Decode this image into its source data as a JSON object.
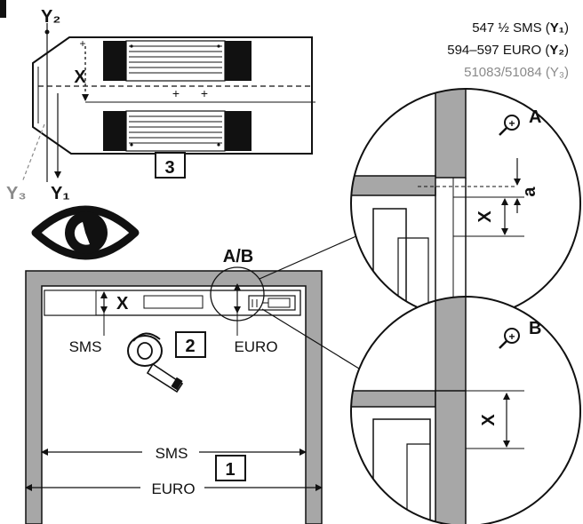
{
  "references": {
    "y1": {
      "model": "547 ½ SMS",
      "axis": "Y₁"
    },
    "y2": {
      "model": "594–597 EURO",
      "axis": "Y₂"
    },
    "y3": {
      "model": "51083/51084",
      "axis": "Y₃"
    }
  },
  "axis_labels": {
    "y1": "Y₁",
    "y2": "Y₂",
    "y3": "Y₃"
  },
  "dimension_x": "X",
  "dimension_a": "a",
  "detail_labels": {
    "ab": "A/B",
    "a": "A",
    "b": "B"
  },
  "step_numbers": {
    "one": "1",
    "two": "2",
    "three": "3"
  },
  "measurements": {
    "sms": "SMS",
    "euro": "EURO"
  },
  "colors": {
    "cabinet": "#a7a7a7",
    "ink": "#111111",
    "mute": "#8a8a8a"
  },
  "icons": [
    "eye-icon",
    "magnifier-icon",
    "tape-measure-icon"
  ]
}
